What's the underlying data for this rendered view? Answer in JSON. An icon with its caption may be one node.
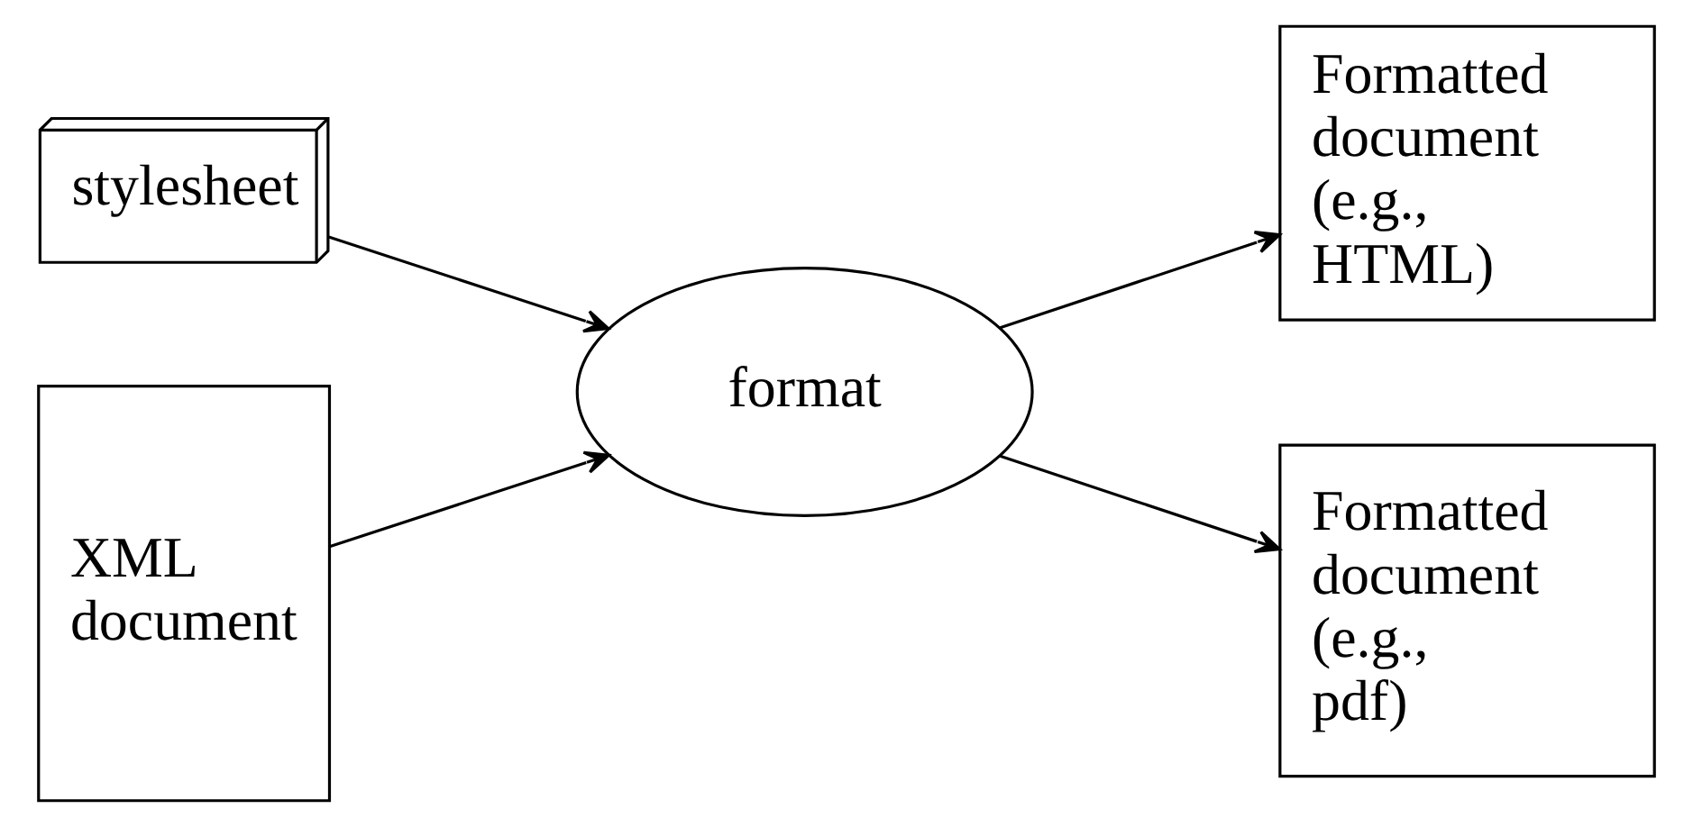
{
  "diagram": {
    "nodes": [
      {
        "text": [
          "stylesheet"
        ]
      },
      {
        "text": [
          "XML document"
        ]
      },
      {
        "text": [
          "format"
        ]
      },
      {
        "text": [
          "Formatted document (e.g., HTML)"
        ]
      },
      {
        "text": [
          "Formatted document (e.g., pdf)"
        ]
      }
    ],
    "edges": [
      {
        "from": 0,
        "to": 2,
        "arrow": "to"
      },
      {
        "from": 1,
        "to": 2,
        "arrow": "to"
      },
      {
        "from": 2,
        "to": 3,
        "arrow": "to"
      },
      {
        "from": 2,
        "to": 4,
        "arrow": "to"
      }
    ]
  }
}
